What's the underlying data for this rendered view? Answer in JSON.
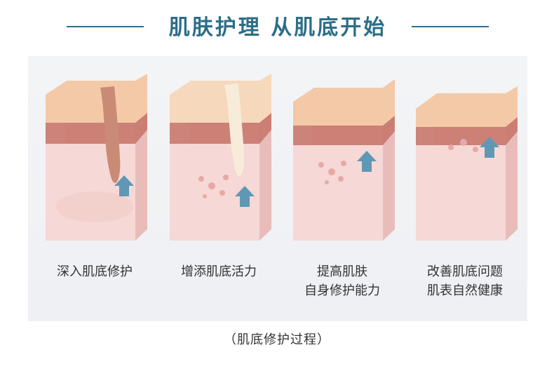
{
  "header": {
    "title": "肌肤护理 从肌底开始"
  },
  "stages": [
    {
      "line1": "深入肌底修护",
      "line2": ""
    },
    {
      "line1": "增添肌底活力",
      "line2": ""
    },
    {
      "line1": "提高肌肤",
      "line2": "自身修护能力"
    },
    {
      "line1": "改善肌底问题",
      "line2": "肌表自然健康"
    }
  ],
  "footer": {
    "caption": "（肌底修护过程）"
  },
  "colors": {
    "accent": "#2b6e87",
    "arrow": "#5f98b4",
    "skin_top": "#f2c9a8",
    "skin_mid": "#e79a92",
    "skin_deep": "#f6d8d6"
  }
}
